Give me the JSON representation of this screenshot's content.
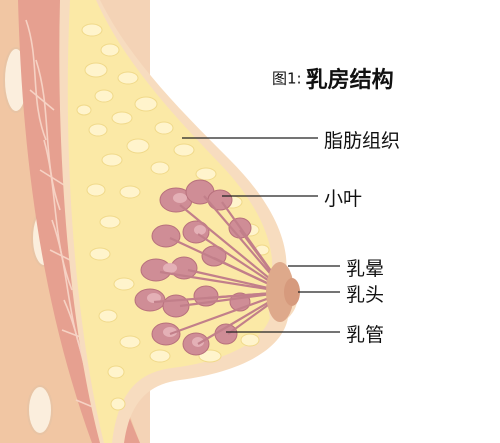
{
  "figure": {
    "prefix": "图1:",
    "title": "乳房结构"
  },
  "labels": {
    "fat": "脂肪组织",
    "lobule": "小叶",
    "areola": "乳晕",
    "nipple": "乳头",
    "duct": "乳管"
  },
  "colors": {
    "skin_outer": "#f6d6b8",
    "skin_mid": "#f2c7a3",
    "fat_fill": "#fbeaa8",
    "fat_lobule": "#fff3c6",
    "muscle": "#e8a79a",
    "lobule": "#cf8d96",
    "lobule_light": "#e2aab0",
    "areola": "#dea98b",
    "leader_line": "#222222"
  }
}
